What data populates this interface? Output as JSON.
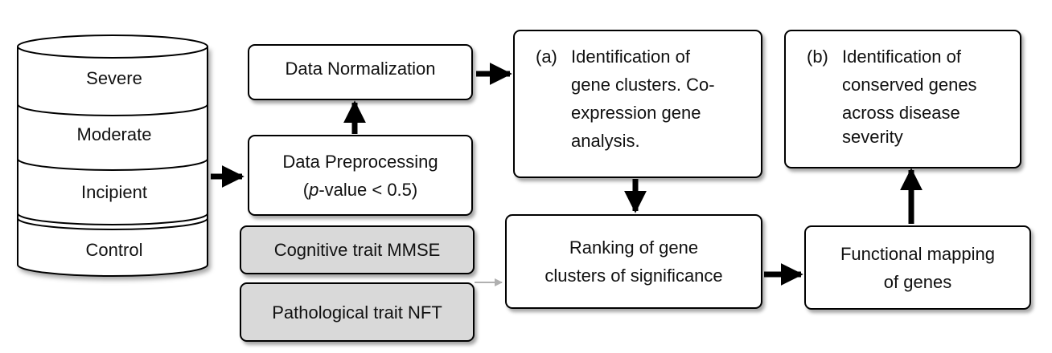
{
  "database": {
    "levels": [
      "Severe",
      "Moderate",
      "Incipient",
      "Control"
    ]
  },
  "normalization": {
    "label": "Data Normalization"
  },
  "preprocessing": {
    "line1": "Data Preprocessing",
    "p_italic": "p",
    "line2_rest": "-value < 0.5)",
    "line2_open": "("
  },
  "traits": {
    "mmse": "Cognitive trait MMSE",
    "nft": "Pathological trait NFT"
  },
  "box_a": {
    "tag": "(a)",
    "lines": [
      "Identification of",
      "gene clusters. Co-",
      "expression gene",
      "analysis."
    ]
  },
  "box_b": {
    "tag": "(b)",
    "lines": [
      "Identification of",
      "conserved genes",
      "across disease",
      "severity"
    ]
  },
  "ranking": {
    "lines": [
      "Ranking of gene",
      "clusters of significance"
    ]
  },
  "functional": {
    "lines": [
      "Functional mapping",
      "of genes"
    ]
  }
}
